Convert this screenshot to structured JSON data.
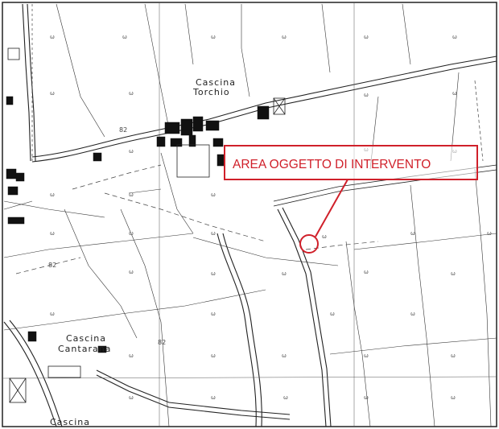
{
  "callout": {
    "label": "AREA OGGETTO DI INTERVENTO",
    "color": "#d0202a"
  },
  "places": {
    "cascina_torchio": [
      "Cascina",
      "Torchio"
    ],
    "cascina_cantarana": [
      "Cascina",
      "Cantarana"
    ],
    "cascina_bottom": "Cascina"
  },
  "elevations": [
    "82",
    "82",
    "82"
  ],
  "symbol_char": "ѡ"
}
